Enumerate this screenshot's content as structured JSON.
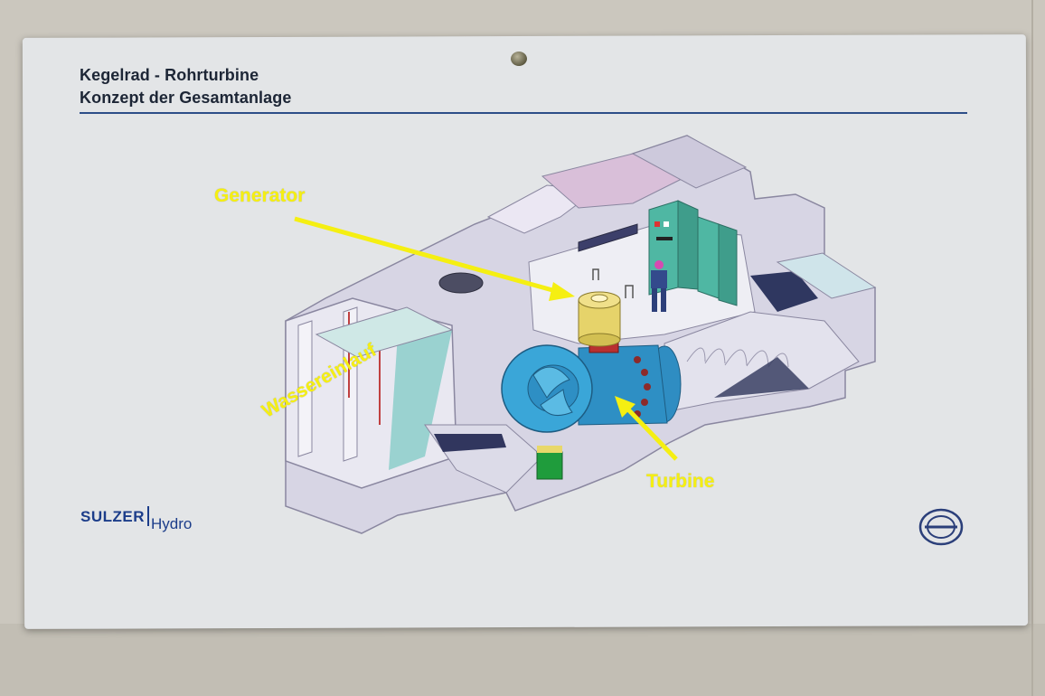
{
  "sign": {
    "title_line1": "Kegelrad - Rohrturbine",
    "title_line2": "Konzept der Gesamtanlage"
  },
  "labels": {
    "generator": "Generator",
    "turbine": "Turbine",
    "water_inlet": "Wassereinlauf"
  },
  "brand": {
    "name": "SULZER",
    "division": "Hydro"
  },
  "colors": {
    "title_text": "#1d2636",
    "rule": "#2d4e88",
    "annotation": "#f5ef12",
    "brand": "#1c3d8a",
    "turbine": "#3aa6d8",
    "generator": "#e6d36a",
    "control_panel": "#4fb7a3"
  }
}
